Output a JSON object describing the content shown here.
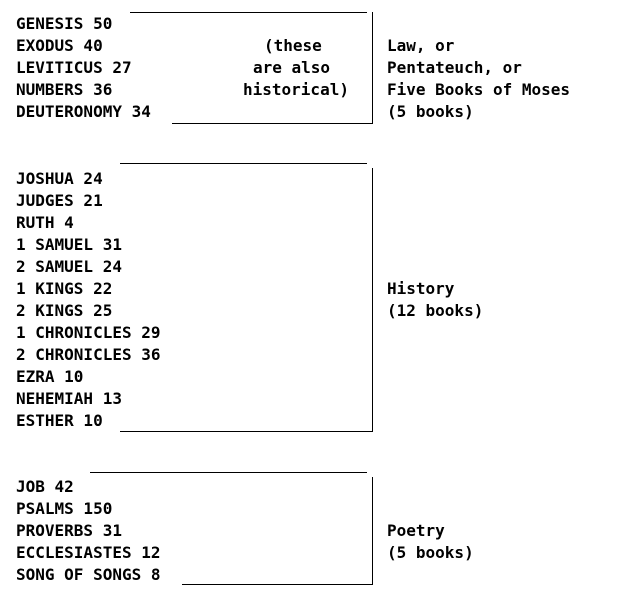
{
  "sections": [
    {
      "label": [
        "Law, or",
        "Pentateuch, or",
        "Five Books of Moses",
        "(5 books)"
      ],
      "note": [
        "(these",
        "are also",
        "historical)"
      ],
      "books": [
        "GENESIS 50",
        "EXODUS 40",
        "LEVITICUS 27",
        "NUMBERS 36",
        "DEUTERONOMY 34"
      ]
    },
    {
      "label": [
        "History",
        "(12 books)"
      ],
      "books": [
        "JOSHUA 24",
        "JUDGES 21",
        "RUTH 4",
        "1 SAMUEL 31",
        "2 SAMUEL 24",
        "1 KINGS 22",
        "2 KINGS 25",
        "1 CHRONICLES 29",
        "2 CHRONICLES 36",
        "EZRA 10",
        "NEHEMIAH 13",
        "ESTHER 10"
      ]
    },
    {
      "label": [
        "Poetry",
        "(5 books)"
      ],
      "books": [
        "JOB 42",
        "PSALMS 150",
        "PROVERBS 31",
        "ECCLESIASTES 12",
        "SONG OF SONGS 8"
      ]
    }
  ]
}
